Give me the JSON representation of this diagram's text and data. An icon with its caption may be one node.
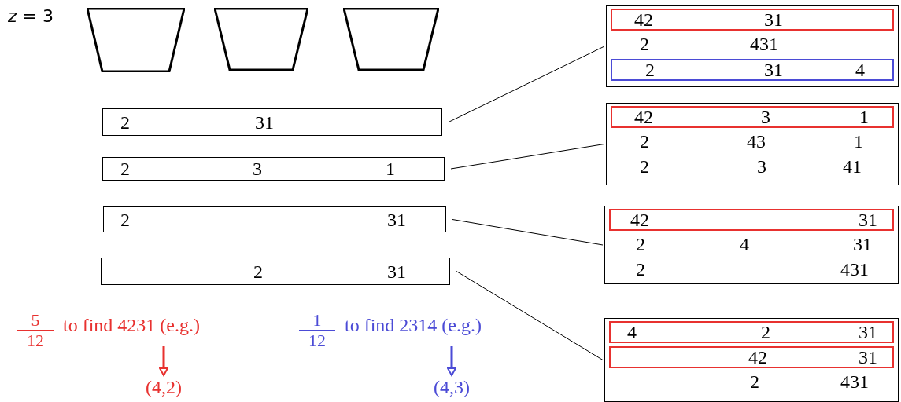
{
  "diagram": {
    "nodes": [
      {
        "text": [],
        "shape": "trapezoid"
      },
      {
        "text": [],
        "shape": "trapezoid"
      },
      {
        "text": [],
        "shape": "trapezoid"
      },
      {
        "text": [
          "2",
          "31"
        ]
      },
      {
        "text": [
          "2",
          "3",
          "1"
        ]
      },
      {
        "text": [
          "2",
          "31"
        ]
      },
      {
        "text": [
          "2",
          "31"
        ]
      },
      {
        "text": [
          "2",
          "431"
        ]
      },
      {
        "text": [
          "42",
          "31"
        ],
        "in": 7
      },
      {
        "text": [
          "2",
          "31",
          "4"
        ],
        "in": 7
      },
      {
        "text": [
          "2",
          "43",
          "1",
          "2",
          "3",
          "41"
        ]
      },
      {
        "text": [
          "42",
          "3",
          "1"
        ],
        "in": 10
      },
      {
        "text": [
          "2",
          "4",
          "31",
          "2",
          "431"
        ]
      },
      {
        "text": [
          "42",
          "31"
        ],
        "in": 12
      },
      {
        "text": [
          "2",
          "431"
        ]
      },
      {
        "text": [
          "4",
          "2",
          "31"
        ],
        "in": 14
      },
      {
        "text": [
          "42",
          "31"
        ],
        "in": 14
      },
      {
        "text": [
          "5",
          "12",
          "to find 4231 (e.g.)"
        ]
      },
      {
        "text": [
          "(4,2)"
        ]
      },
      {
        "text": [
          "1",
          "12",
          "to find 2314 (e.g.)"
        ]
      },
      {
        "text": [
          "(4,3)"
        ]
      }
    ],
    "edges": [
      {
        "from": 3,
        "to": 7,
        "arrow": "none"
      },
      {
        "from": 4,
        "to": 10,
        "arrow": "none"
      },
      {
        "from": 5,
        "to": 12,
        "arrow": "none"
      },
      {
        "from": 6,
        "to": 14,
        "arrow": "none"
      },
      {
        "from": 17,
        "to": 18,
        "arrow": "to",
        "style": "thick",
        "color": "#e8312f"
      },
      {
        "from": 19,
        "to": 20,
        "arrow": "to",
        "style": "thick",
        "color": "#4b4bd6"
      }
    ],
    "labels": [
      "*z* = 3"
    ]
  }
}
